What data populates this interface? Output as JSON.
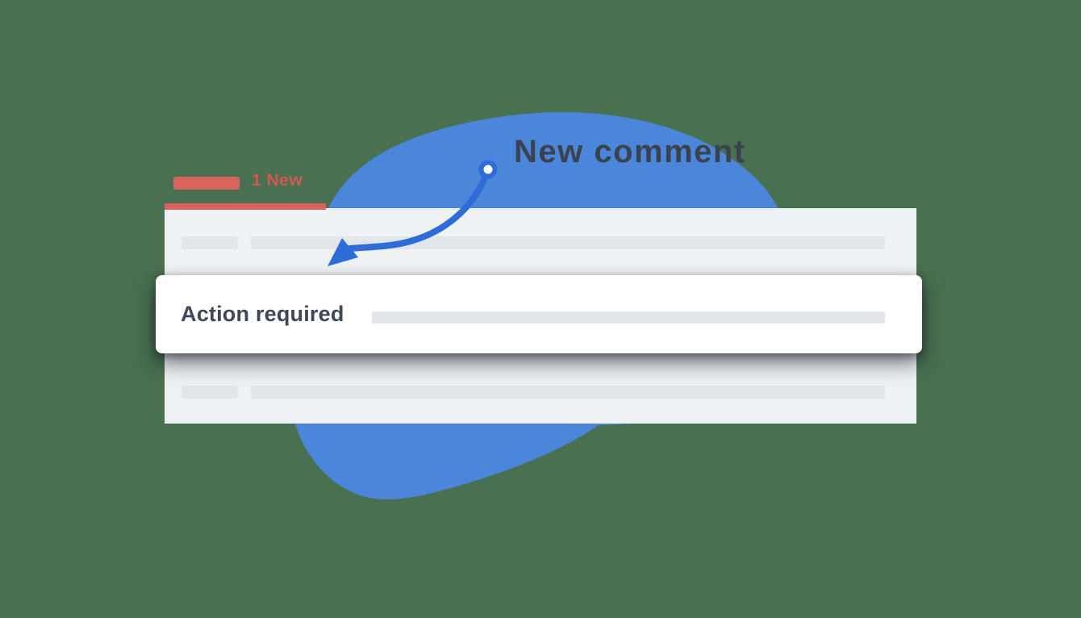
{
  "canvas": {
    "background_color": "#497051",
    "blob_color": "#4C86DB"
  },
  "annotation": {
    "label": "New comment",
    "text_color": "#39434F",
    "arrow_color": "#2E6CD8",
    "dot_fill": "#FFFFFF"
  },
  "badge": {
    "label": "1 New",
    "bar_color": "#D7655D",
    "text_color": "#D05A52"
  },
  "panel": {
    "background_color": "#EFF2F5",
    "placeholder_color": "#E2E6EA",
    "rows": [
      {
        "type": "placeholder-row"
      },
      {
        "type": "highlighted-card"
      },
      {
        "type": "placeholder-row"
      }
    ]
  },
  "card": {
    "label": "Action required",
    "background_color": "#FFFFFF",
    "text_color": "#3D4857",
    "placeholder_color": "#E2E6EA"
  }
}
